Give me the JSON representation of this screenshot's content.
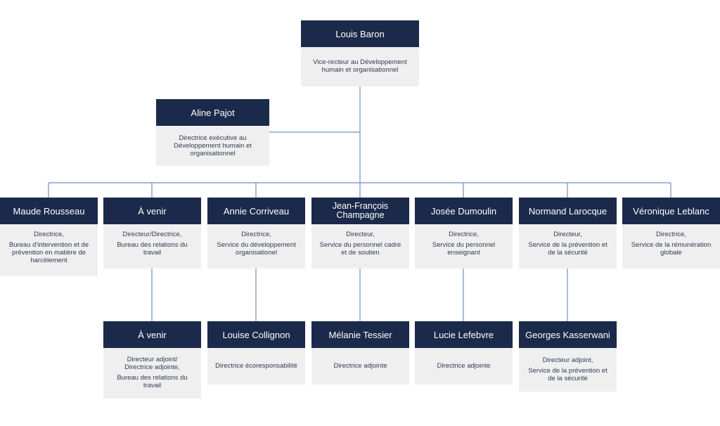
{
  "colors": {
    "header": "#1b2a4a",
    "box": "#efefef",
    "line": "#6f8fc4"
  },
  "root": {
    "name": "Louis Baron",
    "lines": [
      "Vice-recteur au Développement",
      "humain et organisationnel"
    ]
  },
  "exec": {
    "name": "Aline Pajot",
    "lines": [
      "Directrice exécutive au",
      "Développement humain et",
      "organisationnel"
    ]
  },
  "row1": [
    {
      "name": "Maude Rousseau",
      "lines": [
        "Directrice,"
      ],
      "lines2": [
        "Bureau d'intervention et de",
        "prévention en matière de",
        "harcèlement"
      ]
    },
    {
      "name": "À venir",
      "lines": [
        "Directeur/Directrice,"
      ],
      "lines2": [
        "Bureau des relations du",
        "travail"
      ]
    },
    {
      "name": "Annie Corriveau",
      "lines": [
        "Directrice,"
      ],
      "lines2": [
        "Service du développement",
        "organisationel"
      ]
    },
    {
      "name": "Jean-François Champagne",
      "lines": [
        "Directeur,"
      ],
      "lines2": [
        "Service du personnel cadre",
        "et de soutien"
      ]
    },
    {
      "name": "Josée Dumoulin",
      "lines": [
        "Directrice,"
      ],
      "lines2": [
        "Service du personnel",
        "enseignant"
      ]
    },
    {
      "name": "Normand Larocque",
      "lines": [
        "Directeur,"
      ],
      "lines2": [
        "Service de la prévention et",
        "de la sécurité"
      ]
    },
    {
      "name": "Véronique Leblanc",
      "lines": [
        "Directrice,"
      ],
      "lines2": [
        "Service de la rémunération",
        "globale"
      ]
    }
  ],
  "row2": [
    {
      "name": "À venir",
      "lines": [
        "Directeur adjoint/",
        "Directrice adjointe,"
      ],
      "lines2": [
        "Bureau des relations du",
        "travail"
      ]
    },
    {
      "name": "Louise Collignon",
      "lines": [
        "Directrice écoresponsabilité"
      ],
      "lines2": []
    },
    {
      "name": "Mélanie Tessier",
      "lines": [
        "Directrice adjointe"
      ],
      "lines2": []
    },
    {
      "name": "Lucie Lefebvre",
      "lines": [
        "Directrice adjointe"
      ],
      "lines2": []
    },
    {
      "name": "Georges Kasserwani",
      "lines": [
        "Directeur adjoint,"
      ],
      "lines2": [
        "Service de la prévention et",
        "de la sécurité"
      ]
    }
  ]
}
